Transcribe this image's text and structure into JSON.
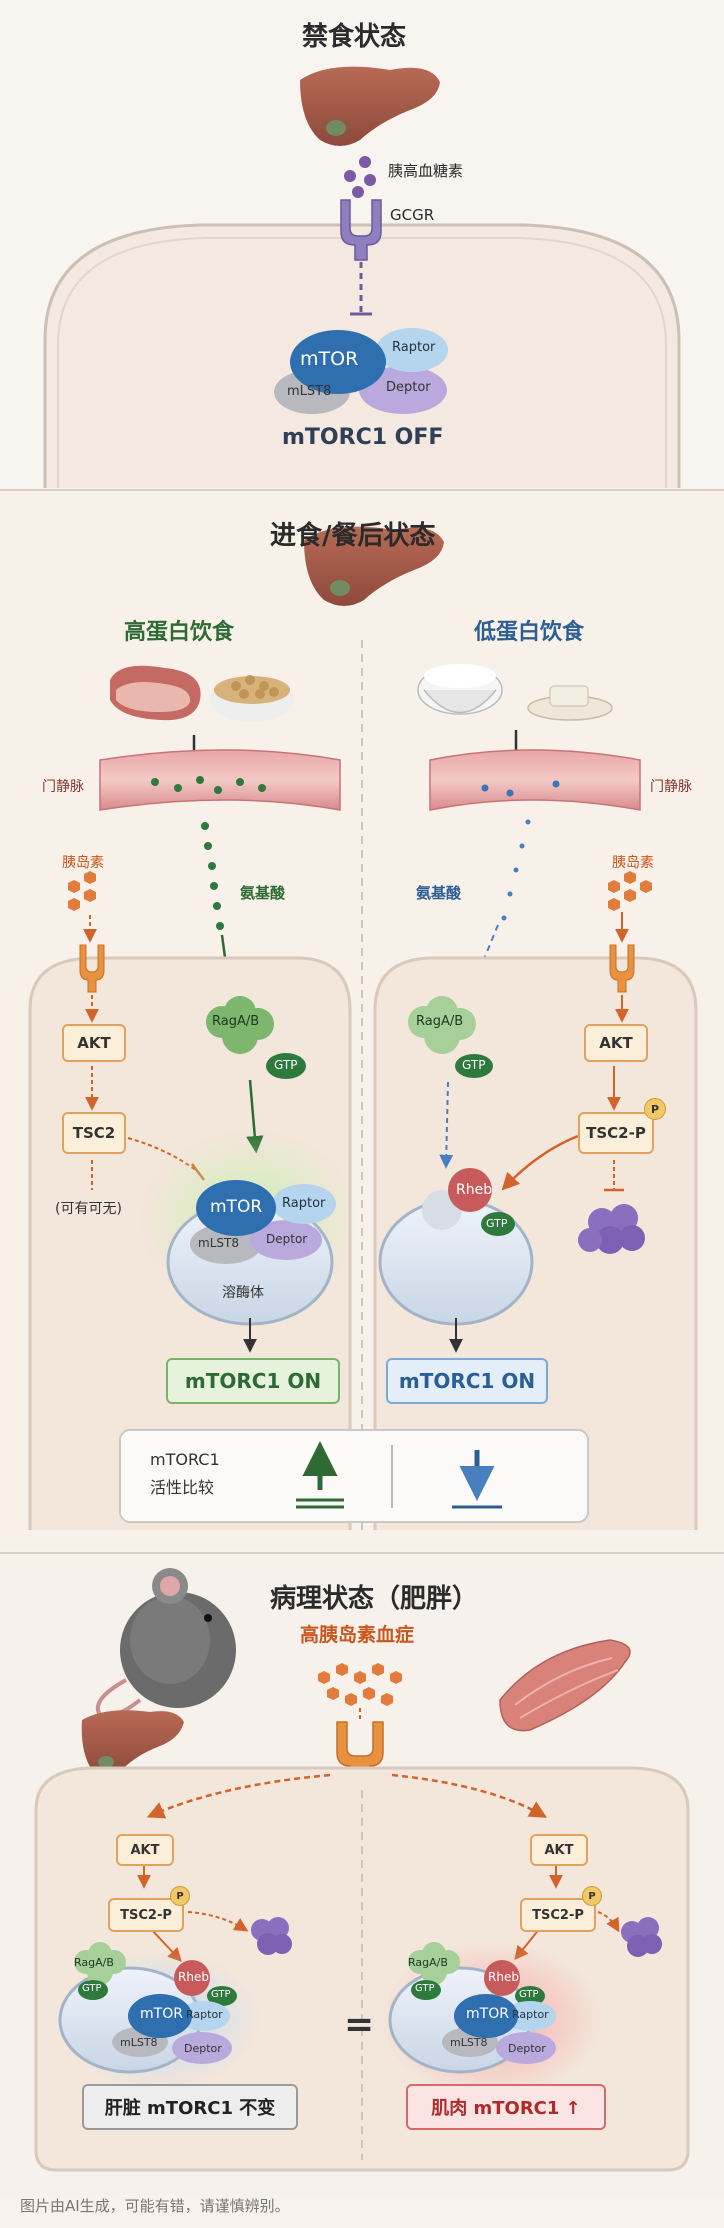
{
  "fasting": {
    "title": "禁食状态",
    "glucagon": "胰高血糖素",
    "receptor": "GCGR",
    "mtor": "mTOR",
    "raptor": "Raptor",
    "mlst8": "mLST8",
    "deptor": "Deptor",
    "status": "mTORC1 OFF"
  },
  "fed": {
    "title": "进食/餐后状态",
    "high_protein": {
      "title": "高蛋白饮食",
      "portal": "门静脉",
      "amino_acids": "氨基酸",
      "insulin": "胰岛素",
      "akt": "AKT",
      "tsc2": "TSC2",
      "optional": "(可有可无)",
      "raga": "RagA/B",
      "gtp": "GTP",
      "mtor": "mTOR",
      "raptor": "Raptor",
      "mlst8": "mLST8",
      "deptor": "Deptor",
      "lysosome": "溶酶体",
      "status": "mTORC1 ON"
    },
    "low_protein": {
      "title": "低蛋白饮食",
      "portal": "门静脉",
      "amino_acids": "氨基酸",
      "insulin": "胰岛素",
      "akt": "AKT",
      "tsc2": "TSC2-P",
      "p": "P",
      "raga": "RagA/B",
      "gtp": "GTP",
      "rheb": "Rheb",
      "rheb_gtp": "GTP",
      "status": "mTORC1 ON"
    },
    "compare": {
      "label_line1": "mTORC1",
      "label_line2": "活性比较"
    }
  },
  "obese": {
    "title": "病理状态（肥胖）",
    "hyper": "高胰岛素血症",
    "liver_panel": {
      "akt": "AKT",
      "tsc2": "TSC2-P",
      "p": "P",
      "raga": "RagA/B",
      "gtp": "GTP",
      "rheb": "Rheb",
      "rheb_gtp": "GTP",
      "mtor": "mTOR",
      "raptor": "Raptor",
      "mlst8": "mLST8",
      "deptor": "Deptor",
      "status": "肝脏 mTORC1 不变"
    },
    "muscle_panel": {
      "akt": "AKT",
      "tsc2": "TSC2-P",
      "p": "P",
      "raga": "RagA/B",
      "gtp": "GTP",
      "rheb": "Rheb",
      "rheb_gtp": "GTP",
      "mtor": "mTOR",
      "raptor": "Raptor",
      "mlst8": "mLST8",
      "deptor": "Deptor",
      "status": "肌肉 mTORC1 ↑"
    },
    "equals": "="
  },
  "footer": "图片由AI生成，可能有错，请谨慎辨别。",
  "colors": {
    "bg": "#f7f2ec",
    "green": "#2e6b34",
    "blue": "#2c5e93",
    "orange": "#c9571e",
    "mtor_blue": "#2f6fb0",
    "deptor_purple": "#a79ad3",
    "raptor_blue": "#a9cde9",
    "vessel_red": "#d9868a"
  }
}
